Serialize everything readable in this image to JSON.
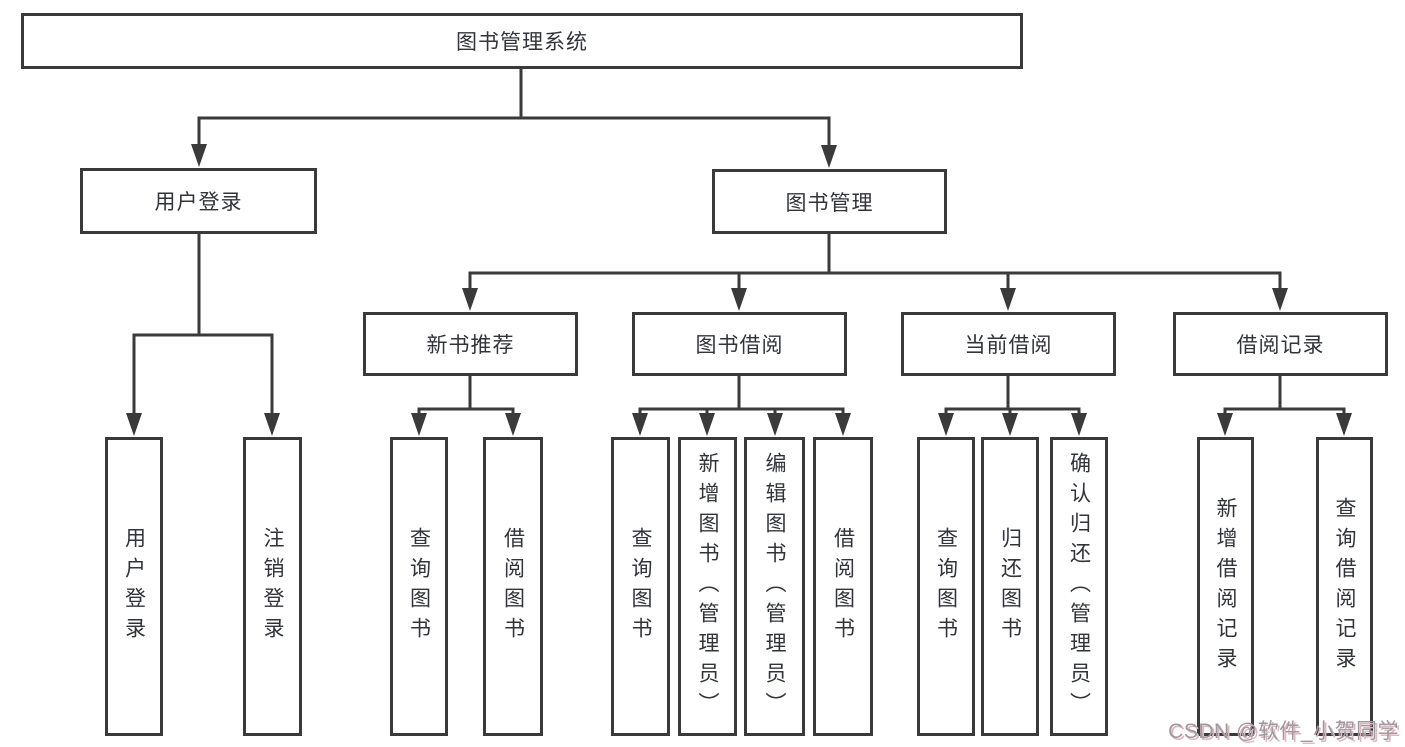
{
  "diagram": {
    "root": {
      "label": "图书管理系统"
    },
    "level2": {
      "user_login": {
        "label": "用户登录"
      },
      "book_mgmt": {
        "label": "图书管理"
      }
    },
    "level3": {
      "new_book_rec": {
        "label": "新书推荐"
      },
      "book_borrow": {
        "label": "图书借阅"
      },
      "current_borrow": {
        "label": "当前借阅"
      },
      "borrow_records": {
        "label": "借阅记录"
      }
    },
    "leaves": {
      "user_login": [
        "用户登录",
        "注销登录"
      ],
      "new_book_rec": [
        "查询图书",
        "借阅图书"
      ],
      "book_borrow": [
        "查询图书",
        "新增图书（管理员）",
        "编辑图书（管理员）",
        "借阅图书"
      ],
      "current_borrow": [
        "查询图书",
        "归还图书",
        "确认归还（管理员）"
      ],
      "borrow_records": [
        "新增借阅记录",
        "查询借阅记录"
      ]
    }
  },
  "watermark": {
    "text": "CSDN @软件_小贺同学"
  },
  "colors": {
    "line": "#3a3a3a",
    "text": "#32343a",
    "watermark": "#9b9ba3",
    "watermark-shadow": "#e3b6ba"
  }
}
